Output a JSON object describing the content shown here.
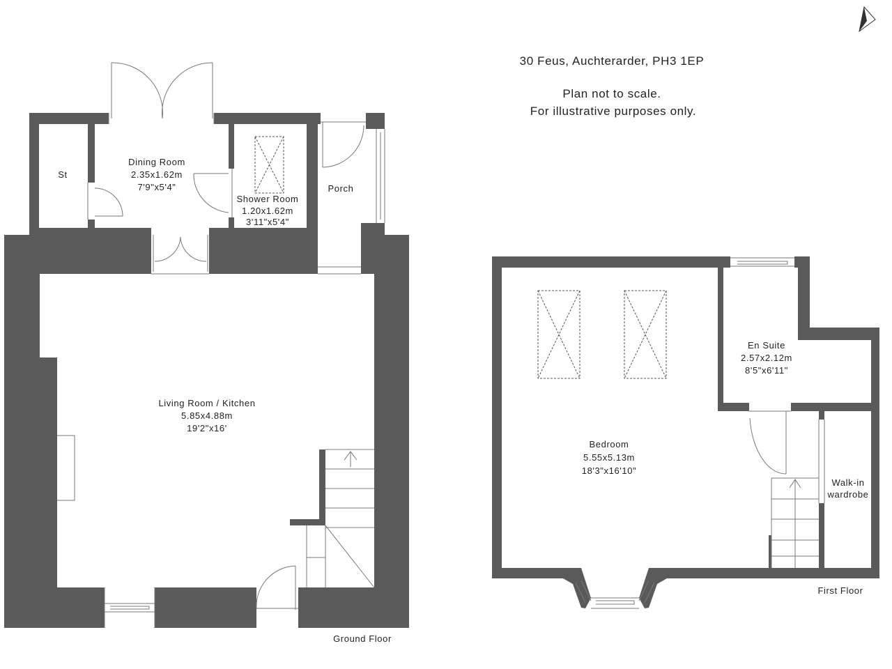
{
  "header": {
    "address": "30 Feus, Auchterarder, PH3 1EP",
    "disclaimer_line1": "Plan not to scale.",
    "disclaimer_line2": "For illustrative purposes only."
  },
  "colors": {
    "wall": "#5a5a5a",
    "background": "#ffffff"
  },
  "icons": {
    "north_arrow": "north-arrow-icon"
  },
  "ground_floor": {
    "title": "Ground Floor",
    "rooms": [
      {
        "name": "St"
      },
      {
        "name": "Dining Room",
        "metric": "2.35x1.62m",
        "imperial": "7'9\"x5'4\""
      },
      {
        "name": "Shower Room",
        "metric": "1.20x1.62m",
        "imperial": "3'11\"x5'4\""
      },
      {
        "name": "Porch"
      },
      {
        "name": "Living Room / Kitchen",
        "metric": "5.85x4.88m",
        "imperial": "19'2\"x16'"
      }
    ]
  },
  "first_floor": {
    "title": "First Floor",
    "rooms": [
      {
        "name": "Bedroom",
        "metric": "5.55x5.13m",
        "imperial": "18'3\"x16'10\""
      },
      {
        "name": "En Suite",
        "metric": "2.57x2.12m",
        "imperial": "8'5\"x6'11\""
      },
      {
        "name": "Walk-in",
        "name2": "wardrobe"
      }
    ]
  }
}
